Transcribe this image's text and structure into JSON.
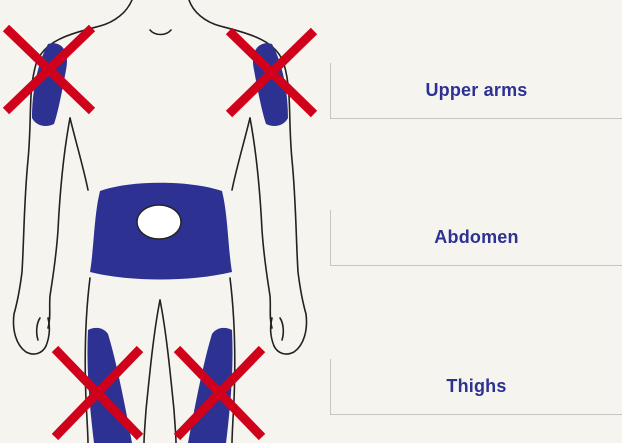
{
  "colors": {
    "background": "#f6f4ef",
    "injection_site": "#2d3192",
    "not_recommended_cross": "#d0021b",
    "outline": "#222222",
    "label_text": "#2d3192",
    "divider": "#c9c6bf"
  },
  "labels": {
    "upper_arms": "Upper arms",
    "abdomen": "Abdomen",
    "thighs": "Thighs"
  },
  "icons": {
    "body": "human-body-outline-icon",
    "cross": "red-x-cross-icon"
  }
}
